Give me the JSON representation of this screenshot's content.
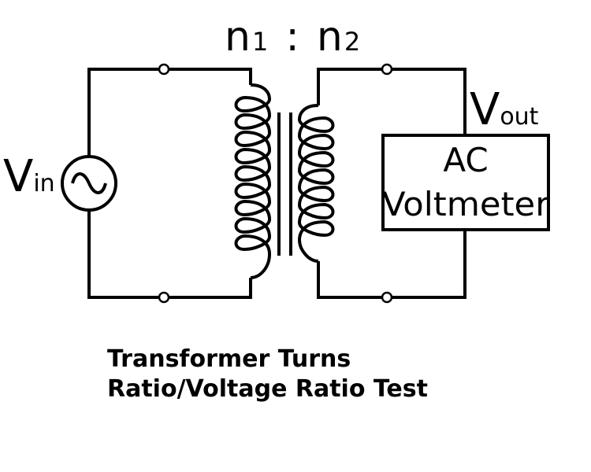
{
  "ratio": {
    "n1": "n",
    "n1_sub": "1",
    "sep": ":",
    "n2": "n",
    "n2_sub": "2"
  },
  "vin": {
    "main": "V",
    "sub": "in"
  },
  "vout": {
    "main": "V",
    "sub": "out"
  },
  "meter": {
    "line1": "AC",
    "line2": "Voltmeter"
  },
  "caption": {
    "line1": "Transformer Turns",
    "line2": "Ratio/Voltage Ratio Test"
  }
}
